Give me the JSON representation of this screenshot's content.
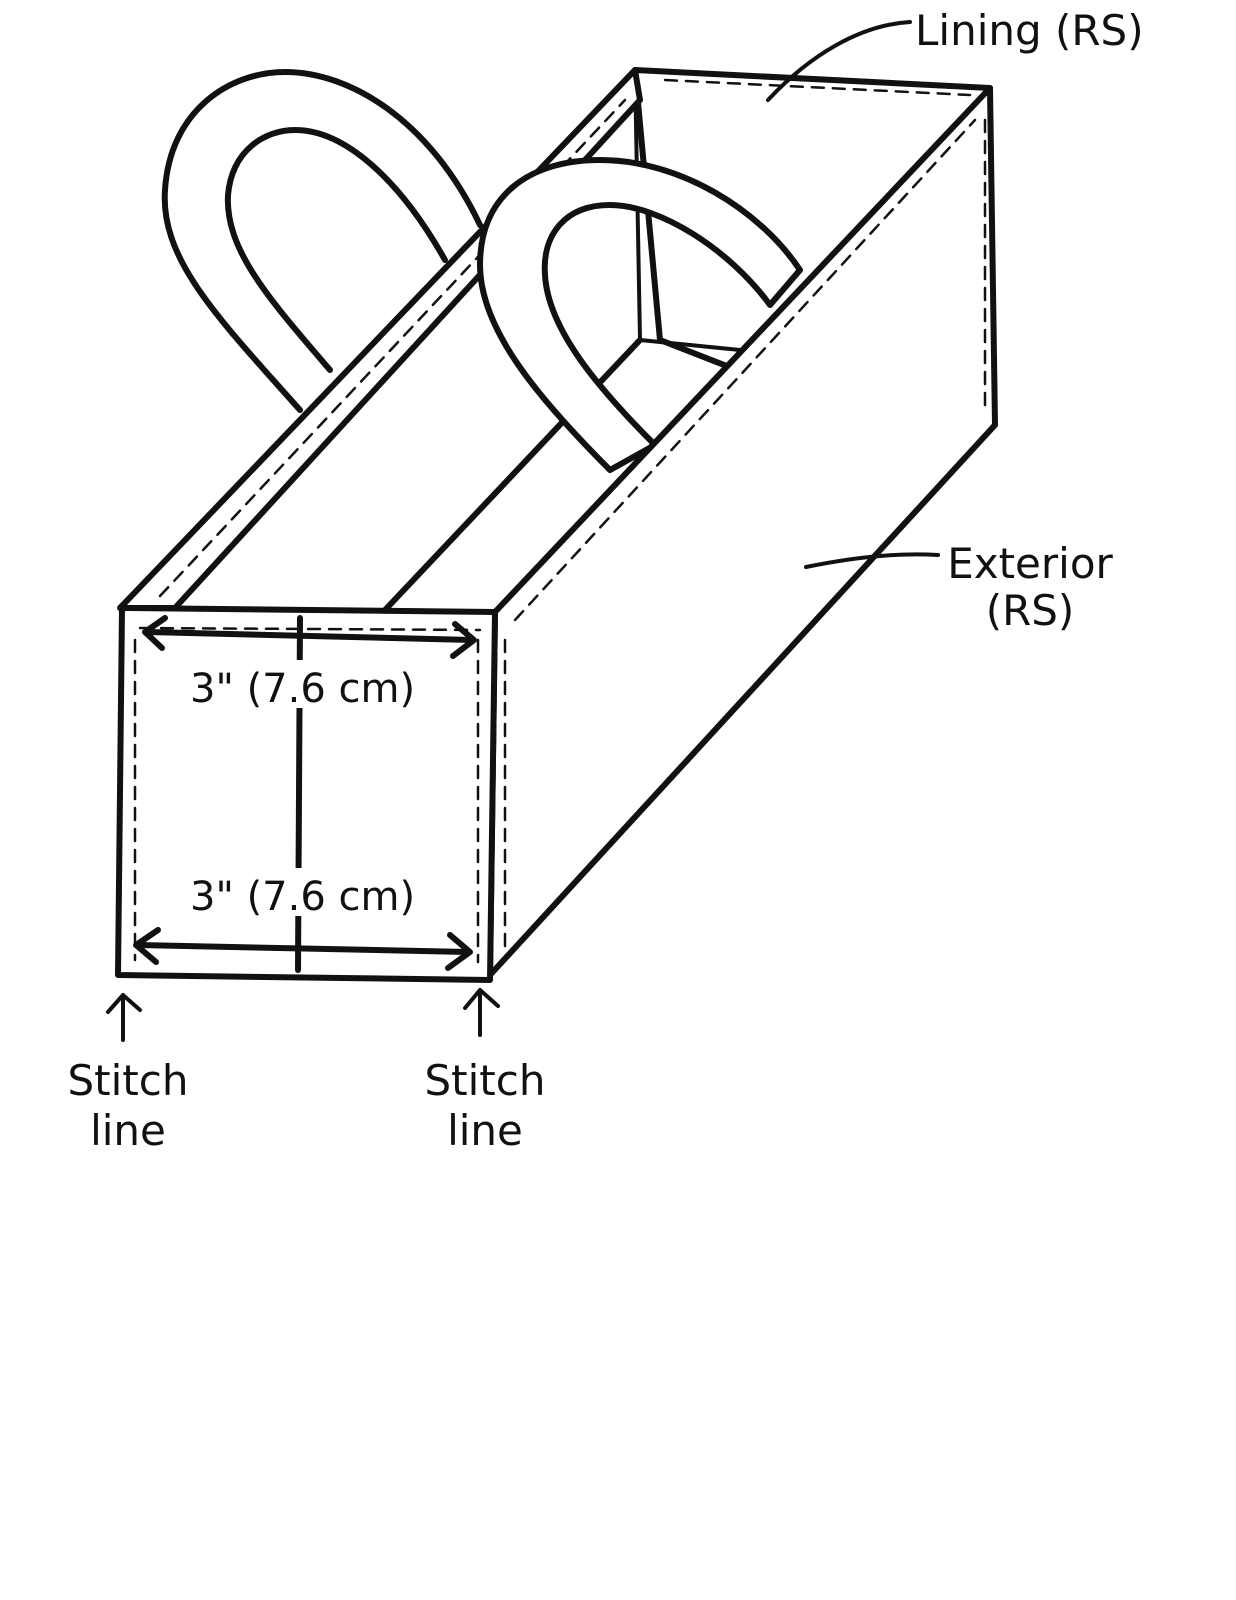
{
  "labels": {
    "lining": "Lining (RS)",
    "exterior_line1": "Exterior",
    "exterior_line2": "(RS)",
    "stitch_left_line1": "Stitch",
    "stitch_left_line2": "line",
    "stitch_right_line1": "Stitch",
    "stitch_right_line2": "line"
  },
  "dimensions": {
    "top": "3\" (7.6 cm)",
    "bottom": "3\" (7.6 cm)"
  },
  "colors": {
    "ink": "#111111",
    "paper": "#ffffff"
  }
}
